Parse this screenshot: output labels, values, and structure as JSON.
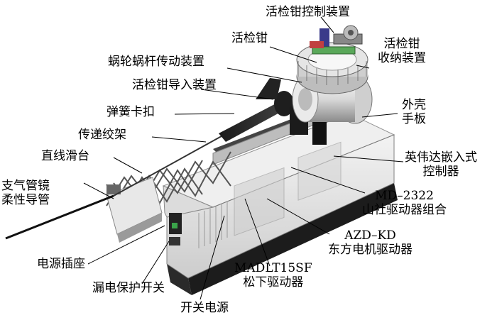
{
  "figure": {
    "labels": {
      "clamp_control": "活检钳控制装置",
      "clamp": "活检钳",
      "clamp_storage_1": "活检钳",
      "clamp_storage_2": "收纳装置",
      "worm_gear": "蜗轮蜗杆传动装置",
      "clamp_guide": "活检钳导入装置",
      "spring_clip": "弹簧卡扣",
      "transmission_hinge": "传递绞架",
      "linear_slide": "直线滑台",
      "bronchoscope_1": "支气管镜",
      "bronchoscope_2": "柔性导管",
      "shell_1": "外壳",
      "shell_2": "手板",
      "nvidia_1": "英伟达嵌入式",
      "nvidia_2": "控制器",
      "md2322_1": "MD–2322",
      "md2322_2": "山社驱动器组合",
      "azd_1": "AZD–KD",
      "azd_2": "东方电机驱动器",
      "madlt_1": "MADLT15SF",
      "madlt_2": "松下驱动器",
      "power_socket": "电源插座",
      "leakage_switch": "漏电保护开关",
      "switch_power": "开关电源"
    }
  }
}
